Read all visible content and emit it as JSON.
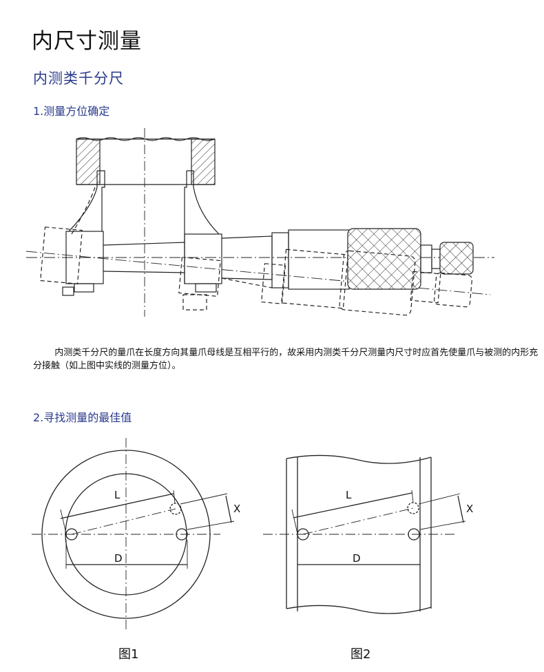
{
  "page": {
    "title": "内尺寸测量",
    "section_title": "内测类千分尺"
  },
  "step1": {
    "heading": "1.测量方位确定",
    "paragraph": "内测类千分尺的量爪在长度方向其量爪母线是互相平行的，故采用内测类千分尺测量内尺寸时应首先使量爪与被测的内形充分接触（如上图中实线的测量方位）。"
  },
  "step2": {
    "heading": "2.寻找测量的最佳值",
    "figure1": {
      "caption": "图1",
      "label_L": "L",
      "label_D": "D",
      "label_X": "X"
    },
    "figure2": {
      "caption": "图2",
      "label_L": "L",
      "label_D": "D",
      "label_X": "X"
    }
  },
  "colors": {
    "heading_blue": "#2a3a8c",
    "text": "#111111",
    "line": "#222222"
  }
}
